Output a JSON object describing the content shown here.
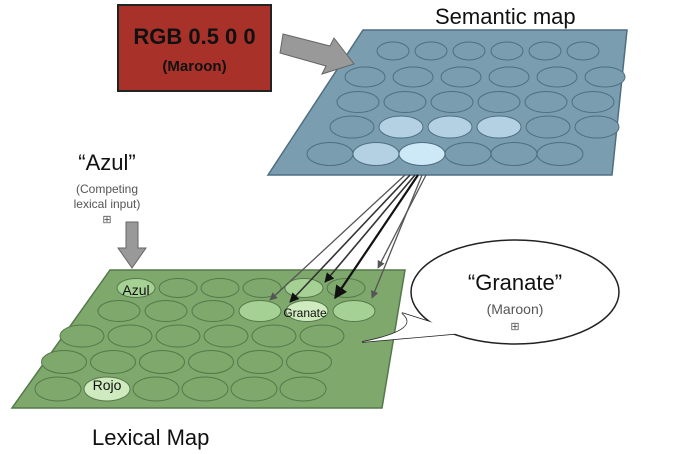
{
  "rgb_box": {
    "title": "RGB 0.5 0 0",
    "subtitle": "(Maroon)",
    "color": "#a8322a"
  },
  "semantic_map": {
    "title": "Semantic map",
    "color": "#7b9db0"
  },
  "azul_input": {
    "word": "“Azul”",
    "note_line1": "(Competing",
    "note_line2": "lexical input)"
  },
  "lexical_map": {
    "title": "Lexical Map",
    "color": "#7ea86c",
    "node_azul": "Azul",
    "node_granate": "Granate",
    "node_rojo": "Rojo"
  },
  "speech_bubble": {
    "word": "“Granate”",
    "gloss": "(Maroon)"
  },
  "expand_glyph": "⊞"
}
